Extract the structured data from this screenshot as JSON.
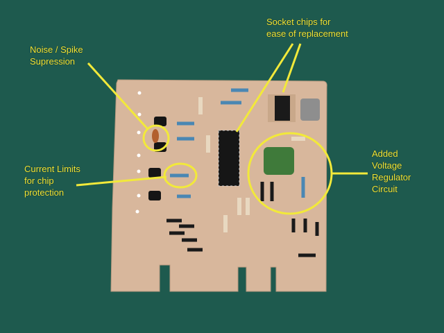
{
  "annotations": {
    "socket": {
      "lines": [
        "Socket chips for",
        "ease of replacement"
      ]
    },
    "noise": {
      "lines": [
        "Noise / Spike",
        "Supression"
      ]
    },
    "current": {
      "lines": [
        "Current Limits",
        "for chip",
        "protection"
      ]
    },
    "regulator": {
      "lines": [
        "Added",
        "Voltage",
        "Regulator",
        "Circuit"
      ]
    }
  },
  "colors": {
    "background": "#1e5a4e",
    "board": "#d8b79c",
    "annotation": "#f2e93a"
  }
}
